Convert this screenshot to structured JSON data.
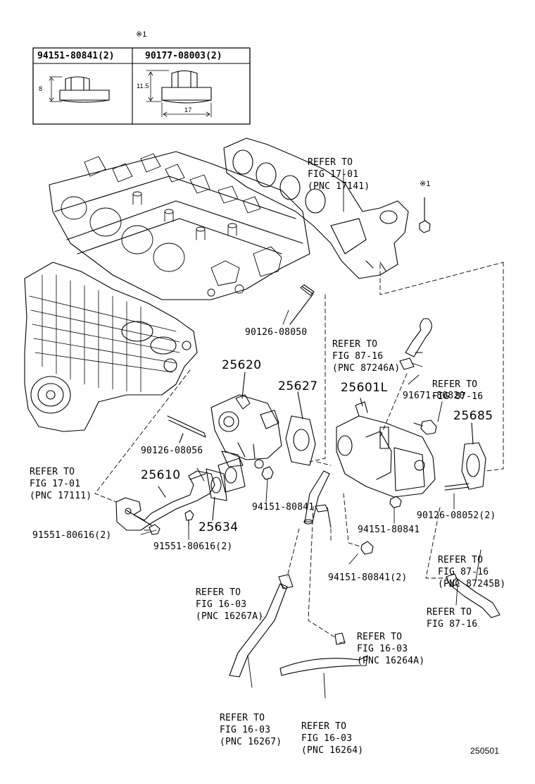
{
  "top_table": {
    "mark": "※1",
    "col1": "94151-80841(2)",
    "col2": "90177-08003(2)",
    "dim_h1": "8",
    "dim_h2": "11.5",
    "dim_w2": "17"
  },
  "parts": {
    "p25620": "25620",
    "p25627": "25627",
    "p25601L": "25601L",
    "p25685": "25685",
    "p25610": "25610",
    "p25634": "25634"
  },
  "labels": {
    "refer_17_01_top": [
      "REFER TO",
      "FIG 17-01",
      "(PNC 17141)"
    ],
    "mark1_right": "※1",
    "bolt_90126_08050": "90126-08050",
    "refer_87_16_a": [
      "REFER TO",
      "FIG 87-16",
      "(PNC 87246A)"
    ],
    "refer_87_16_b": [
      "REFER TO",
      "FIG 87-16"
    ],
    "bolt_91671_80820": "91671-80820",
    "refer_17_01_left": [
      "REFER TO",
      "FIG 17-01",
      "(PNC 17111)"
    ],
    "bolt_90126_08056": "90126-08056",
    "nut_94151_80841_a": "94151-80841",
    "nut_94151_80841_b": "94151-80841",
    "bolt_90126_08052": "90126-08052(2)",
    "bolt_91551_left": "91551-80616(2)",
    "bolt_91551_mid": "91551-80616(2)",
    "refer_87_16_c": [
      "REFER TO",
      "FIG 87-16",
      "(PNC 87245B)"
    ],
    "refer_16_03_a": [
      "REFER TO",
      "FIG 16-03",
      "(PNC 16267A)"
    ],
    "nut_94151_80841_c": "94151-80841(2)",
    "refer_87_16_d_1": "REFER TO",
    "refer_87_16_d_2": "FIG 87-16",
    "refer_16_03_b": [
      "REFER TO",
      "FIG 16-03",
      "(PNC 16264A)"
    ],
    "refer_16_03_c": [
      "REFER TO",
      "FIG 16-03",
      "(PNC 16267)"
    ],
    "refer_16_03_d": [
      "REFER TO",
      "FIG 16-03",
      "(PNC 16264)"
    ]
  },
  "figure_id": "250501"
}
